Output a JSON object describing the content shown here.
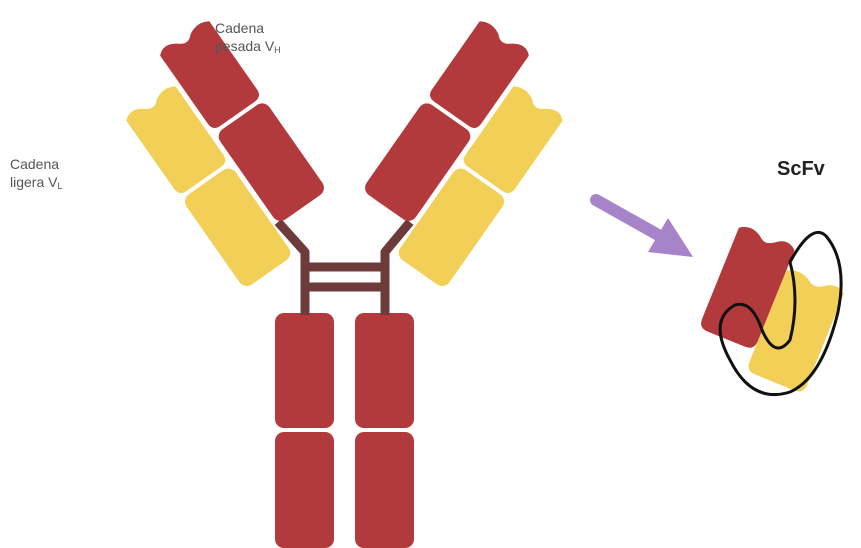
{
  "labels": {
    "heavy_chain_line1": "Cadena",
    "heavy_chain_line2": "pesada V",
    "heavy_chain_sub": "H",
    "light_chain_line1": "Cadena",
    "light_chain_line2": "ligera V",
    "light_chain_sub": "L",
    "scfv": "ScFv"
  },
  "colors": {
    "heavy_chain": "#b33a3c",
    "light_chain": "#f2cf57",
    "hinge": "#6e3b3b",
    "linker": "#3b3b3b",
    "arrow": "#a784c9"
  }
}
